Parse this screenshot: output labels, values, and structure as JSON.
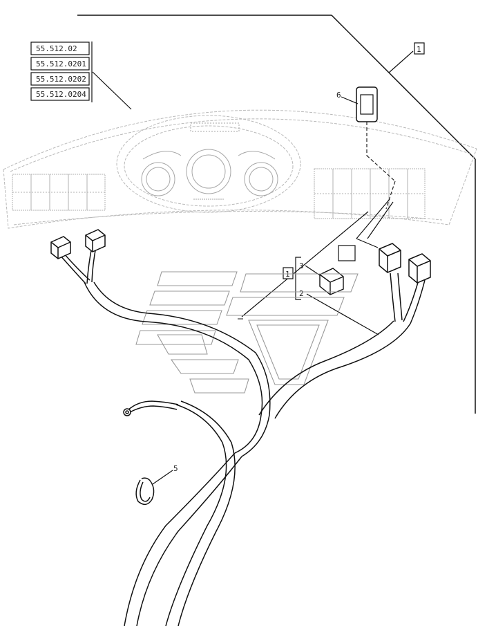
{
  "diagram": {
    "reference_codes": [
      "55.512.02",
      "55.512.0201",
      "55.512.0202",
      "55.512.0204"
    ],
    "callouts": {
      "item_1_top": "1",
      "item_6": "6",
      "item_3": "3",
      "item_2": "2",
      "item_1_mid": "1",
      "item_5": "5"
    }
  }
}
